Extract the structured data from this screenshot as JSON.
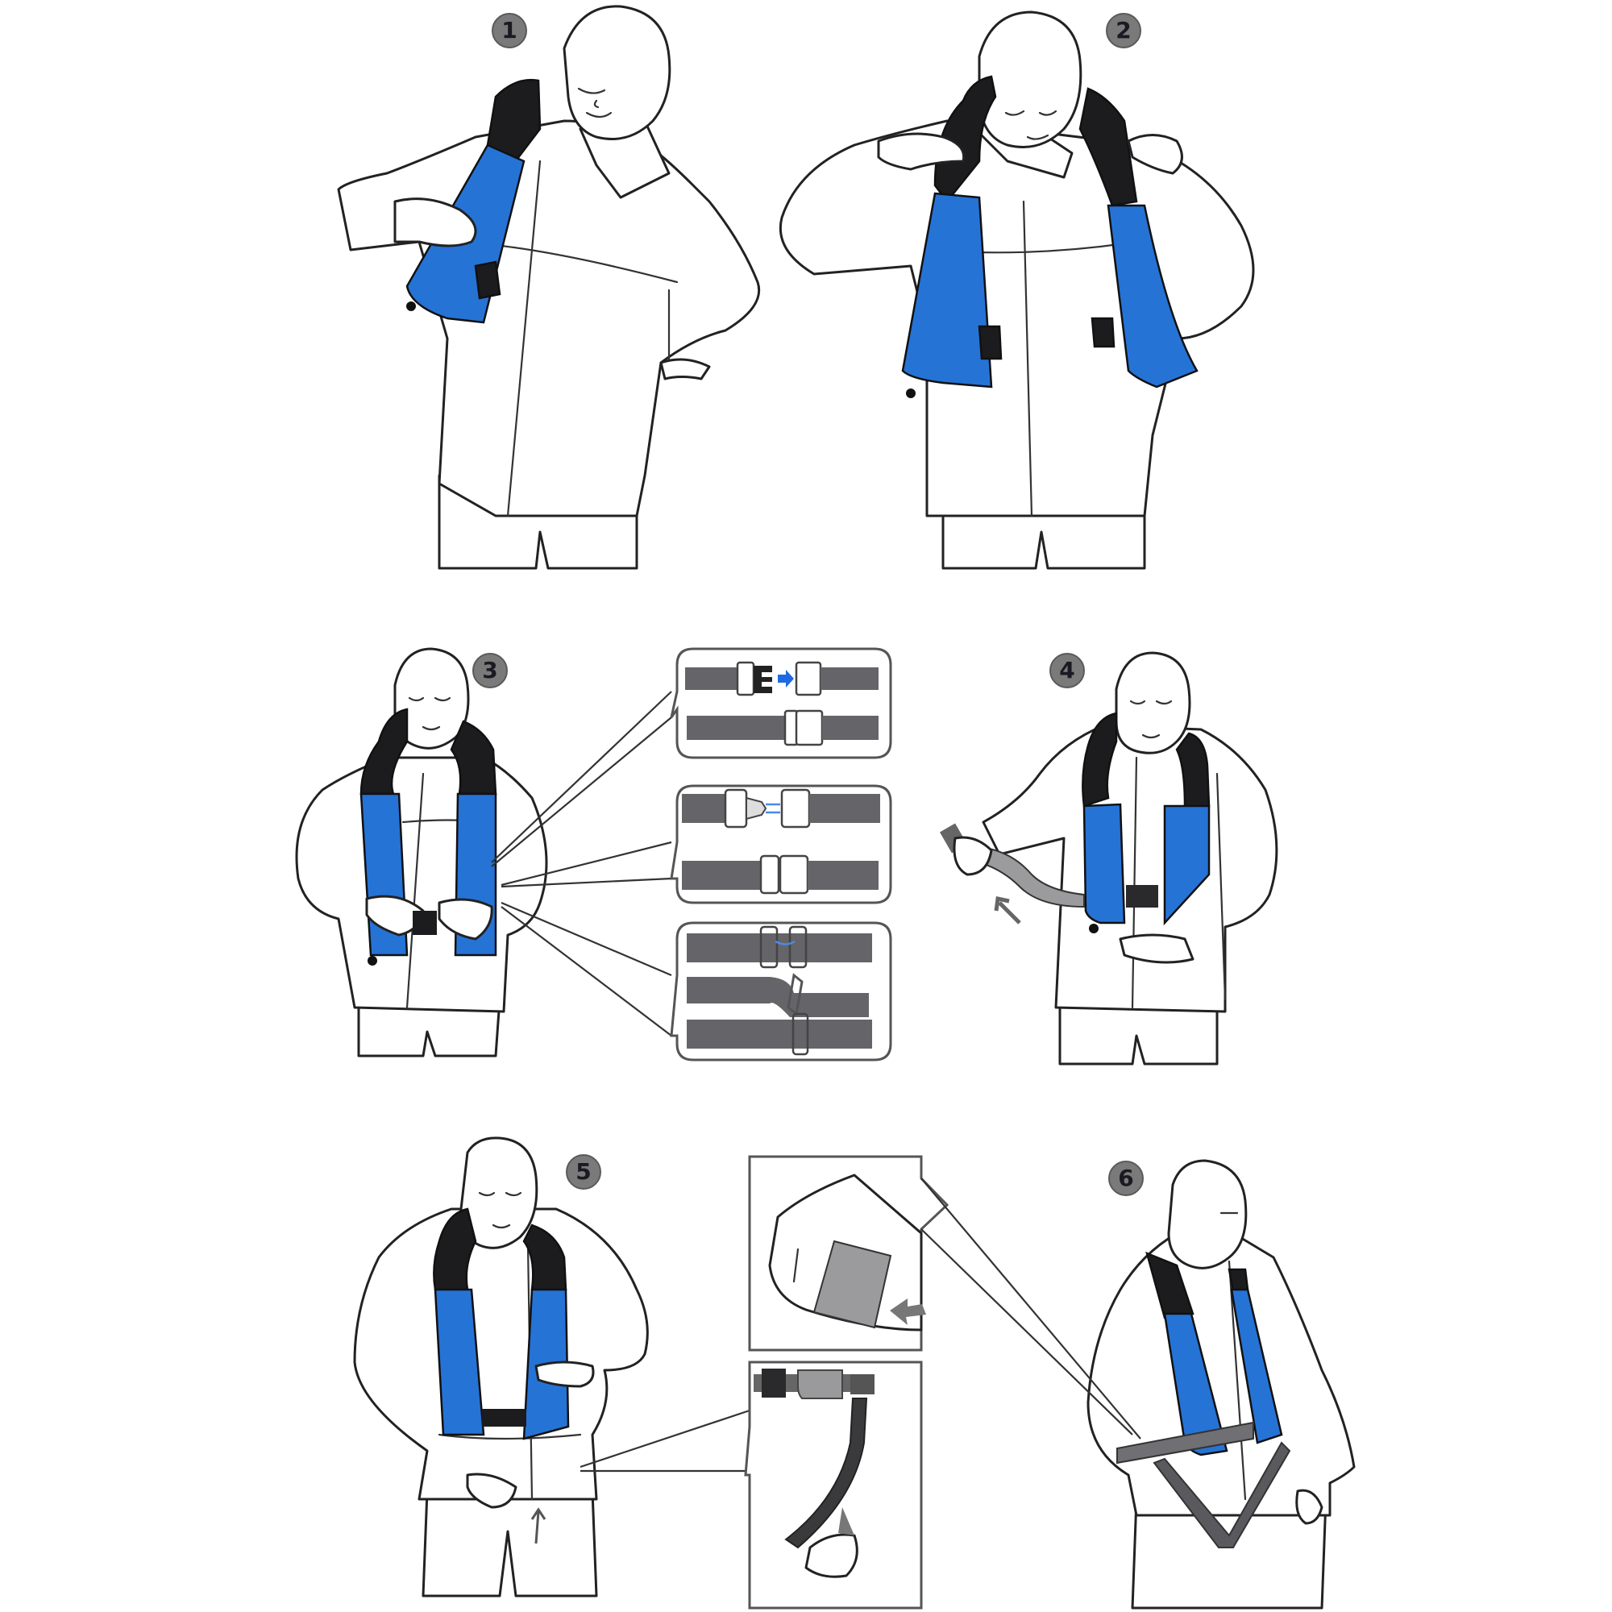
{
  "diagram": {
    "subject": "How to put on an inflatable life jacket",
    "steps": [
      {
        "number": "1",
        "description": "Place life jacket over one shoulder"
      },
      {
        "number": "2",
        "description": "Pull life jacket around neck with both hands"
      },
      {
        "number": "3",
        "description": "Fasten waist buckle",
        "detail_panels": [
          "buckle-connect",
          "clip-connect",
          "slide-adjust"
        ]
      },
      {
        "number": "4",
        "description": "Pull strap to tighten waist belt"
      },
      {
        "number": "5",
        "description": "Locate and check inflation handle",
        "detail_panels": [
          "velcro-pocket",
          "pull-handle"
        ]
      },
      {
        "number": "6",
        "description": "Attach crotch strap"
      }
    ]
  },
  "colors": {
    "jacket_blue": "#2673d6",
    "collar_black": "#1c1c1e",
    "strap_gray": "#656569",
    "badge_gray": "#7a7a7a",
    "arrow_blue": "#1e6ae0",
    "line": "#222222"
  }
}
